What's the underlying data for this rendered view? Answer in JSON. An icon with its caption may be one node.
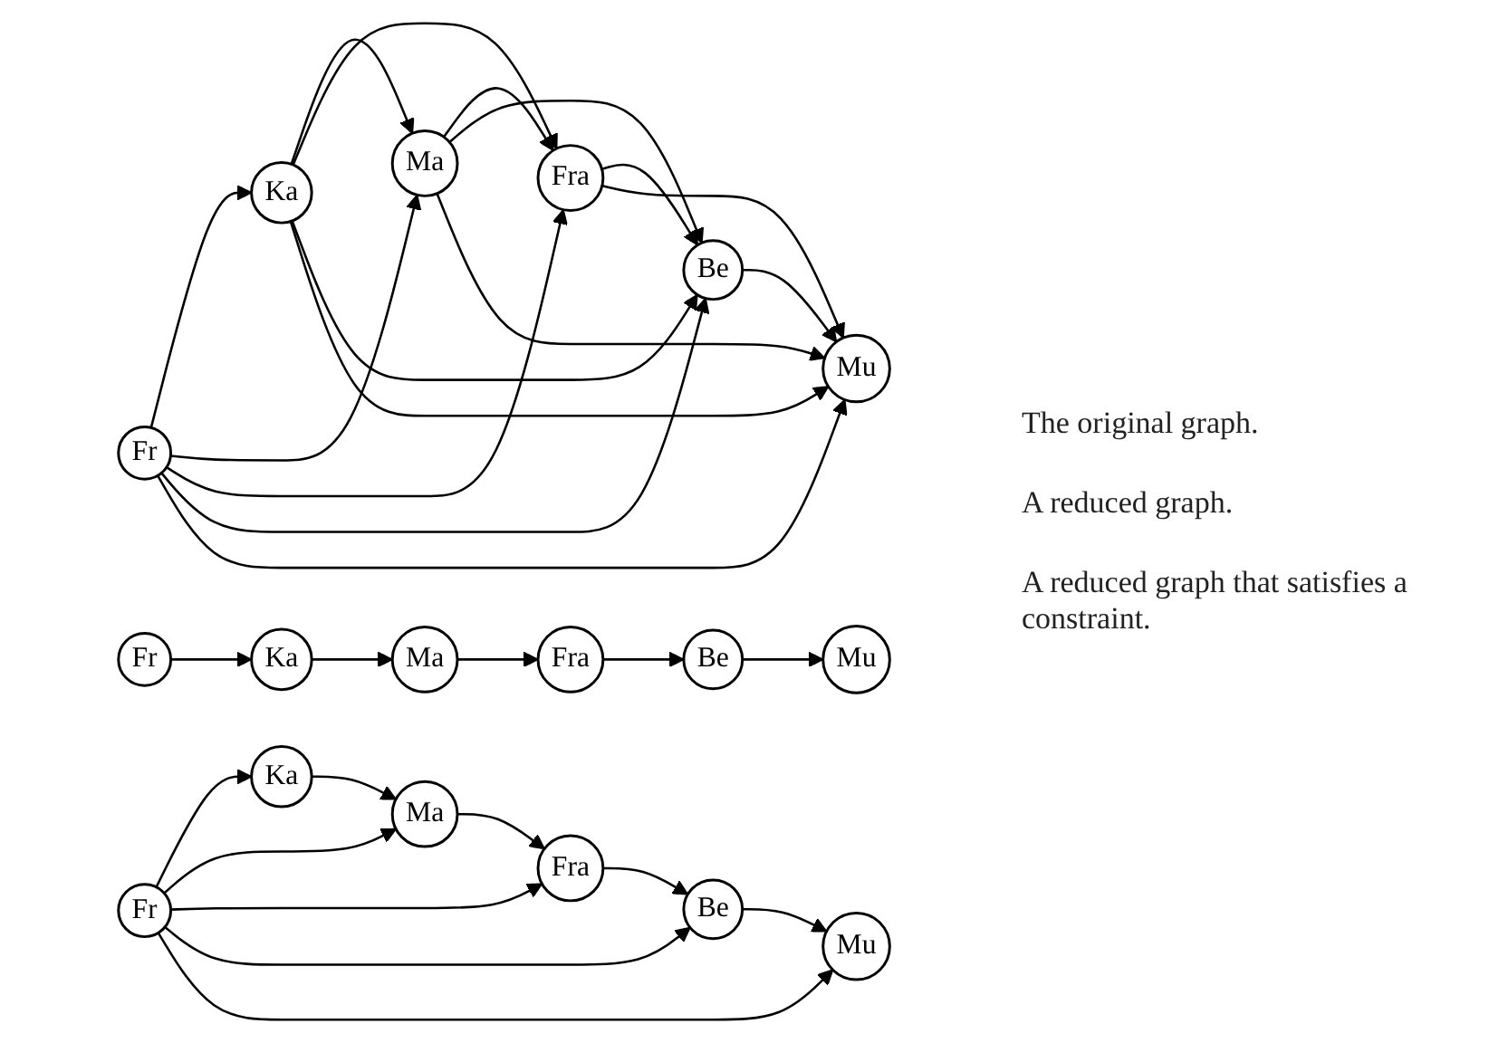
{
  "diagram": {
    "nodes": [
      {
        "text": [
          "Fr"
        ]
      },
      {
        "text": [
          "Ka"
        ]
      },
      {
        "text": [
          "Ma"
        ]
      },
      {
        "text": [
          "Fra"
        ]
      },
      {
        "text": [
          "Be"
        ]
      },
      {
        "text": [
          "Mu"
        ]
      },
      {
        "text": [
          "Fr"
        ]
      },
      {
        "text": [
          "Ka"
        ]
      },
      {
        "text": [
          "Ma"
        ]
      },
      {
        "text": [
          "Fra"
        ]
      },
      {
        "text": [
          "Be"
        ]
      },
      {
        "text": [
          "Mu"
        ]
      },
      {
        "text": [
          "Fr"
        ]
      },
      {
        "text": [
          "Ka"
        ]
      },
      {
        "text": [
          "Ma"
        ]
      },
      {
        "text": [
          "Fra"
        ]
      },
      {
        "text": [
          "Be"
        ]
      },
      {
        "text": [
          "Mu"
        ]
      }
    ],
    "edges": [
      {
        "from": 0,
        "to": 1,
        "arrow": "to"
      },
      {
        "from": 1,
        "to": 2,
        "arrow": "to"
      },
      {
        "from": 2,
        "to": 3,
        "arrow": "to"
      },
      {
        "from": 3,
        "to": 4,
        "arrow": "to"
      },
      {
        "from": 4,
        "to": 5,
        "arrow": "to"
      },
      {
        "from": 0,
        "to": 2,
        "arrow": "to"
      },
      {
        "from": 0,
        "to": 3,
        "arrow": "to"
      },
      {
        "from": 0,
        "to": 4,
        "arrow": "to"
      },
      {
        "from": 0,
        "to": 5,
        "arrow": "to"
      },
      {
        "from": 1,
        "to": 3,
        "arrow": "to"
      },
      {
        "from": 1,
        "to": 4,
        "arrow": "to"
      },
      {
        "from": 1,
        "to": 5,
        "arrow": "to"
      },
      {
        "from": 2,
        "to": 4,
        "arrow": "to"
      },
      {
        "from": 2,
        "to": 5,
        "arrow": "to"
      },
      {
        "from": 3,
        "to": 5,
        "arrow": "to"
      },
      {
        "from": 6,
        "to": 7,
        "arrow": "to"
      },
      {
        "from": 7,
        "to": 8,
        "arrow": "to"
      },
      {
        "from": 8,
        "to": 9,
        "arrow": "to"
      },
      {
        "from": 9,
        "to": 10,
        "arrow": "to"
      },
      {
        "from": 10,
        "to": 11,
        "arrow": "to"
      },
      {
        "from": 12,
        "to": 13,
        "arrow": "to"
      },
      {
        "from": 13,
        "to": 14,
        "arrow": "to"
      },
      {
        "from": 14,
        "to": 15,
        "arrow": "to"
      },
      {
        "from": 15,
        "to": 16,
        "arrow": "to"
      },
      {
        "from": 16,
        "to": 17,
        "arrow": "to"
      },
      {
        "from": 12,
        "to": 14,
        "arrow": "to"
      },
      {
        "from": 12,
        "to": 15,
        "arrow": "to"
      },
      {
        "from": 12,
        "to": 16,
        "arrow": "to"
      },
      {
        "from": 12,
        "to": 17,
        "arrow": "to"
      }
    ],
    "labels": [
      "The original graph.",
      "A reduced graph.",
      "A reduced graph that satisfies a constraint."
    ]
  }
}
